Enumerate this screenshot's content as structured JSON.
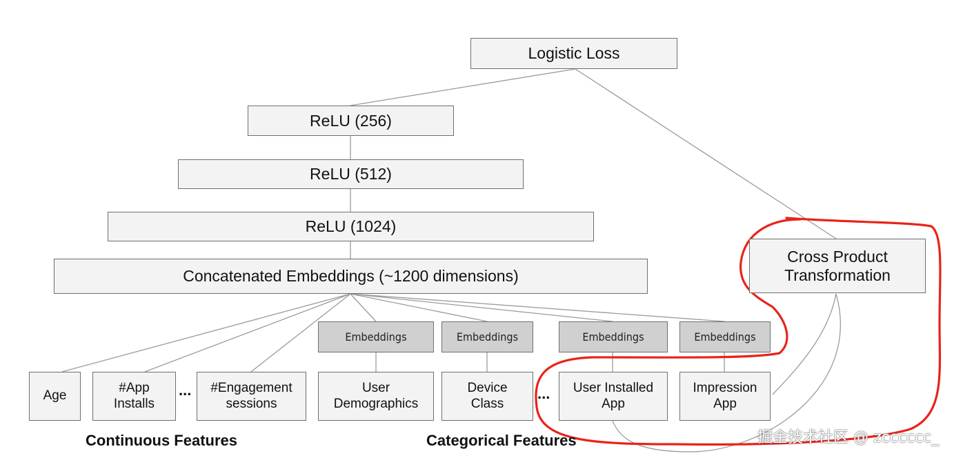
{
  "top": {
    "logistic_loss": "Logistic Loss"
  },
  "deep": {
    "relu_256": "ReLU (256)",
    "relu_512": "ReLU (512)",
    "relu_1024": "ReLU (1024)",
    "concat": "Concatenated Embeddings (~1200 dimensions)"
  },
  "wide": {
    "cross_product": "Cross Product\nTransformation"
  },
  "embeddings_label": "Embeddings",
  "features": {
    "continuous": [
      "Age",
      "#App\nInstalls",
      "#Engagement\nsessions"
    ],
    "categorical": [
      "User\nDemographics",
      "Device\nClass",
      "User Installed\nApp",
      "Impression\nApp"
    ],
    "ellipsis": "..."
  },
  "groups": {
    "continuous": "Continuous Features",
    "categorical": "Categorical Features"
  },
  "watermark": "掘金技术社区 @ zcccccc_",
  "colors": {
    "annotation": "#e8231a",
    "edge": "#9a9a9a",
    "box_fill": "#f3f3f3",
    "embedding_fill": "#d0d0d0"
  }
}
